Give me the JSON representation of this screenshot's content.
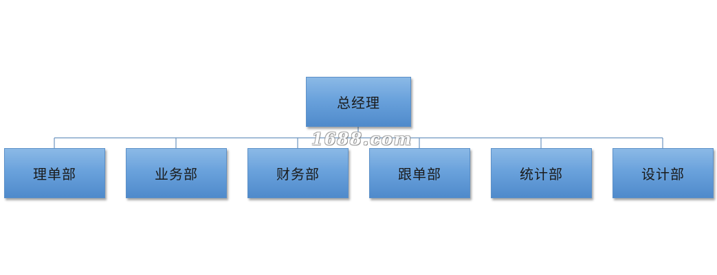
{
  "org_chart": {
    "root": {
      "label": "总经理"
    },
    "children": [
      {
        "label": "理单部"
      },
      {
        "label": "业务部"
      },
      {
        "label": "财务部"
      },
      {
        "label": "跟单部"
      },
      {
        "label": "统计部"
      },
      {
        "label": "设计部"
      }
    ]
  },
  "watermark": {
    "text": "1688.com"
  },
  "colors": {
    "node_fill_top": "#8bb9e6",
    "node_fill_bottom": "#4f8acb",
    "node_border": "#5b8fc7",
    "connector": "#6a93bf"
  }
}
